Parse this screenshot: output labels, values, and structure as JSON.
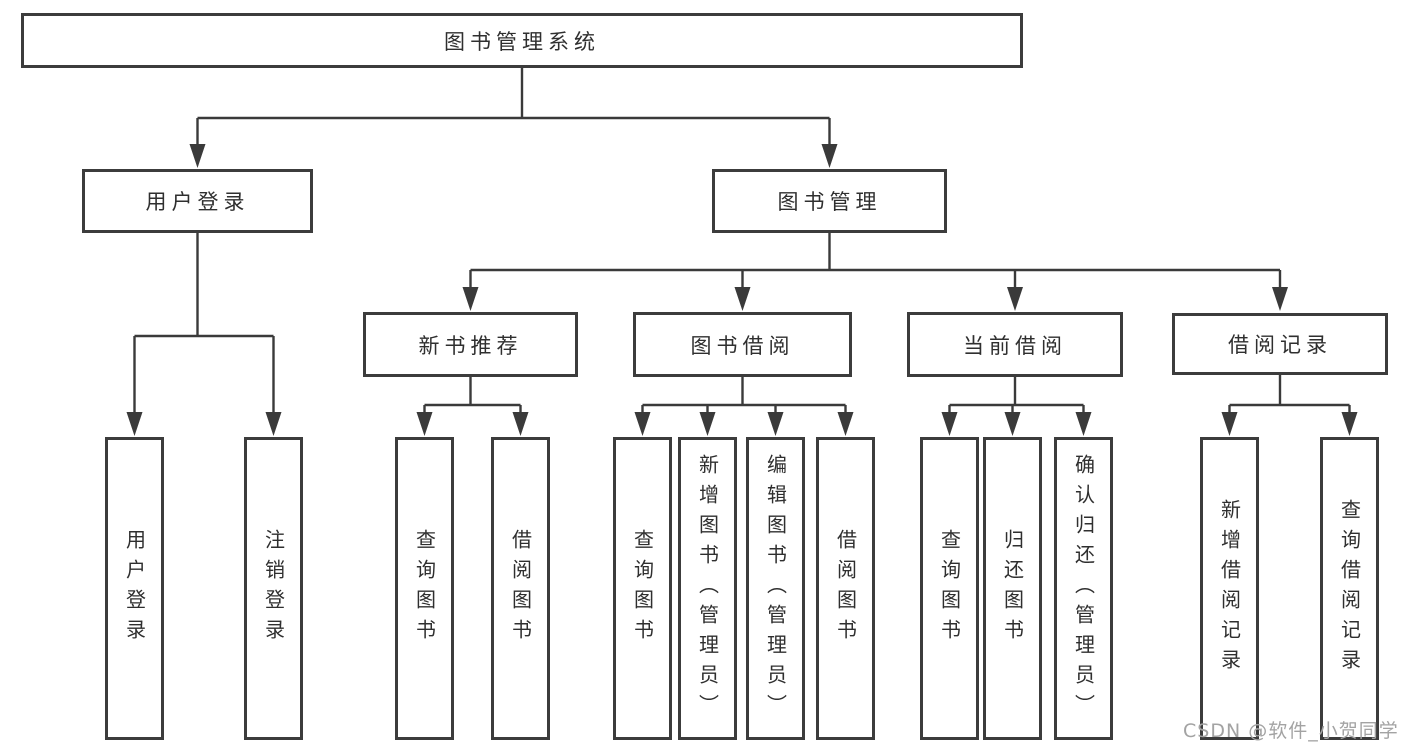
{
  "tree": {
    "root": {
      "label": "图书管理系统"
    },
    "children": [
      {
        "label": "用户登录",
        "children": [
          {
            "label": "用户登录"
          },
          {
            "label": "注销登录"
          }
        ]
      },
      {
        "label": "图书管理",
        "children": [
          {
            "label": "新书推荐",
            "children": [
              {
                "label": "查询图书"
              },
              {
                "label": "借阅图书"
              }
            ]
          },
          {
            "label": "图书借阅",
            "children": [
              {
                "label": "查询图书"
              },
              {
                "label": "新增图书（管理员）"
              },
              {
                "label": "编辑图书（管理员）"
              },
              {
                "label": "借阅图书"
              }
            ]
          },
          {
            "label": "当前借阅",
            "children": [
              {
                "label": "查询图书"
              },
              {
                "label": "归还图书"
              },
              {
                "label": "确认归还（管理员）"
              }
            ]
          },
          {
            "label": "借阅记录",
            "children": [
              {
                "label": "新增借阅记录"
              },
              {
                "label": "查询借阅记录"
              }
            ]
          }
        ]
      }
    ]
  },
  "watermark": {
    "text": "CSDN @软件_小贺同学"
  },
  "colors": {
    "line": "#3a3a3a",
    "box_border": "#3c3c3c",
    "text": "#2f2f2f",
    "watermark_text": "#a3a3a3",
    "background": "#ffffff"
  }
}
